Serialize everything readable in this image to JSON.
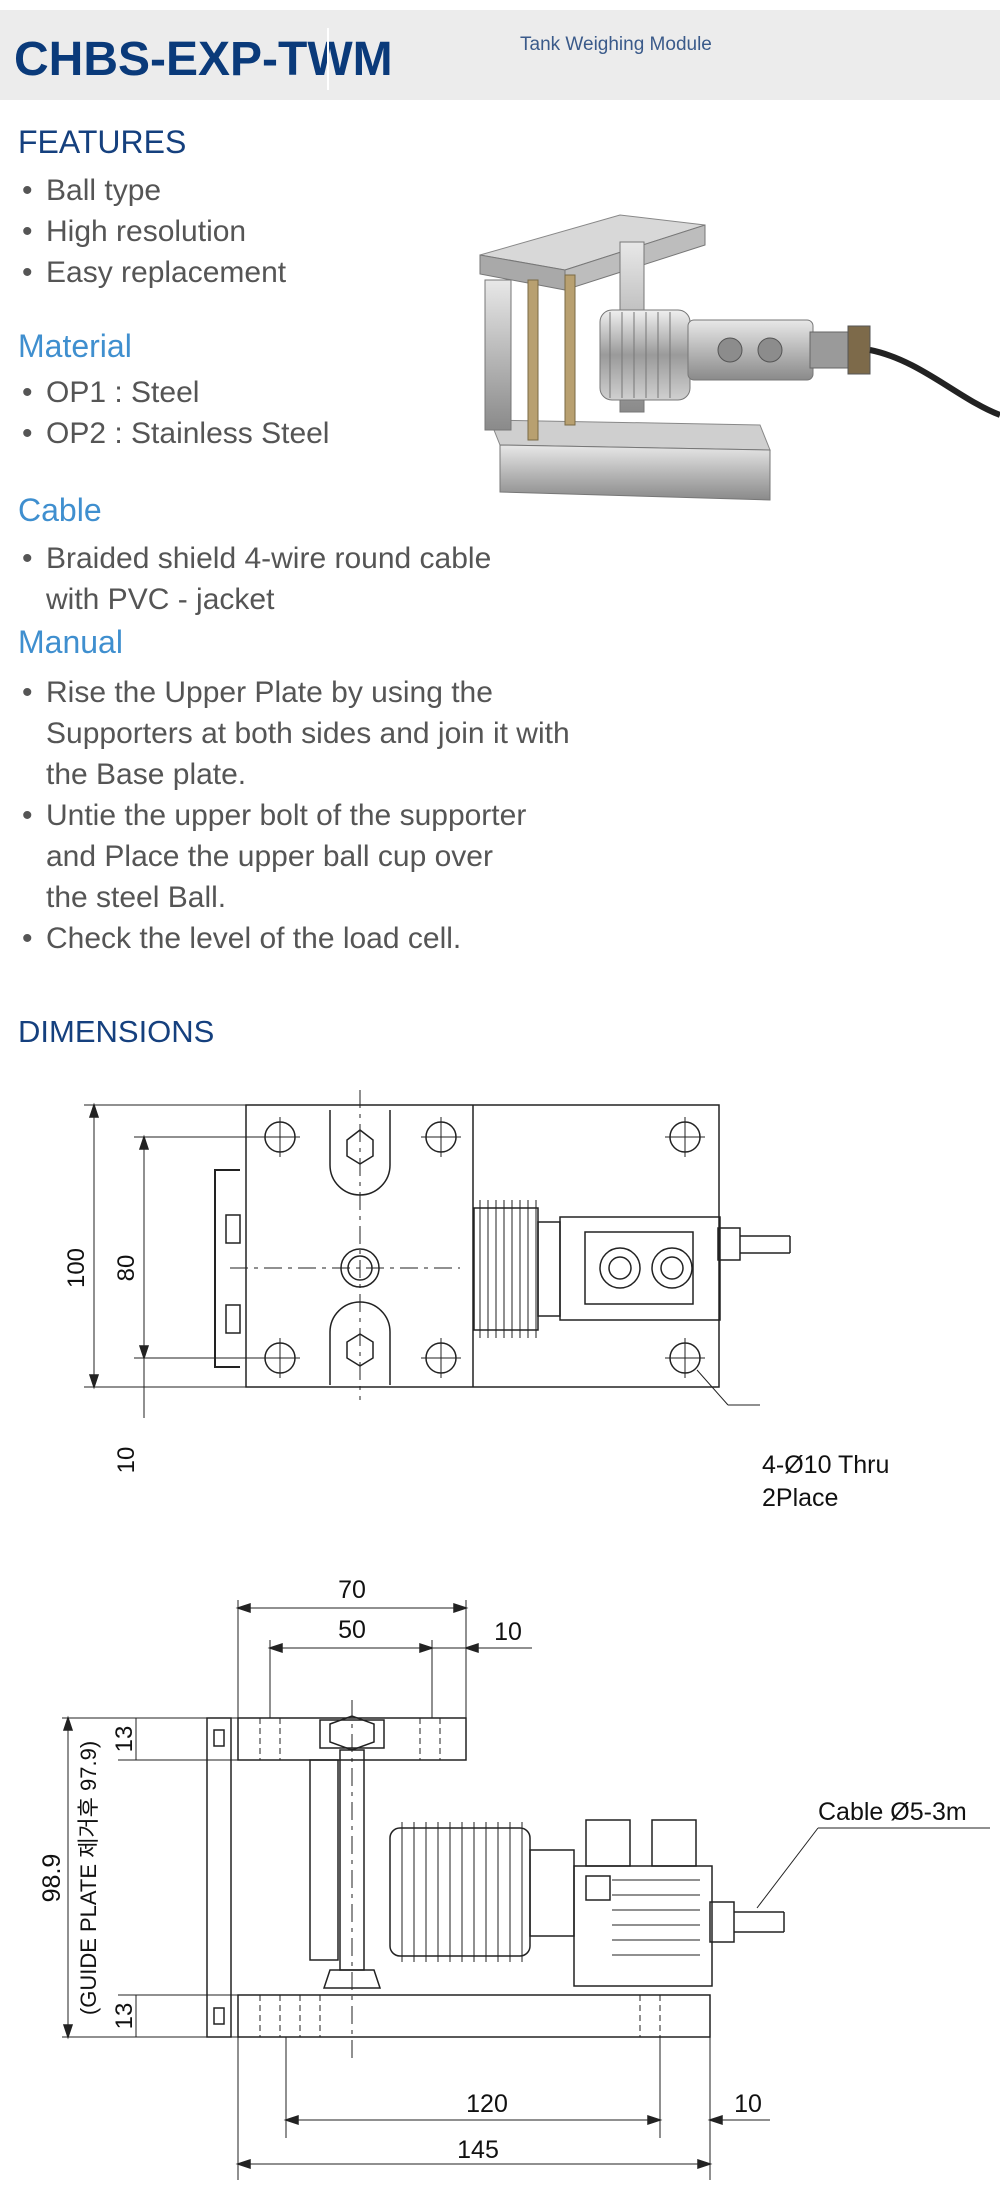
{
  "header": {
    "model": "CHBS-EXP-TWM",
    "subtitle": "Tank Weighing Module"
  },
  "features": {
    "title": "FEATURES",
    "items": [
      "Ball type",
      "High resolution",
      "Easy replacement"
    ]
  },
  "material": {
    "title": "Material",
    "items": [
      "OP1 : Steel",
      "OP2 : Stainless Steel"
    ]
  },
  "cable": {
    "title": "Cable",
    "lines": [
      "Braided shield 4-wire round cable",
      "with PVC - jacket"
    ]
  },
  "manual": {
    "title": "Manual",
    "items": [
      [
        "Rise the Upper Plate by using the",
        "Supporters at both sides and join it with",
        "the Base plate."
      ],
      [
        "Untie the upper bolt of the supporter",
        "and Place the upper ball cup over",
        "the steel Ball."
      ],
      [
        "Check the level of the load cell."
      ]
    ]
  },
  "dimensions": {
    "title": "DIMENSIONS",
    "top_view": {
      "dim_100": "100",
      "dim_80": "80",
      "dim_10": "10",
      "hole_note_1": "4-Ø10 Thru",
      "hole_note_2": "2Place"
    },
    "side_view": {
      "dim_70": "70",
      "dim_50": "50",
      "dim_10_top": "10",
      "dim_13_top": "13",
      "dim_13_bottom": "13",
      "dim_98_9": "98.9",
      "guide_note": "(GUIDE PLATE 제거후 97.9)",
      "cable_note": "Cable Ø5-3m",
      "dim_120": "120",
      "dim_10_bottom": "10",
      "dim_145": "145"
    }
  }
}
